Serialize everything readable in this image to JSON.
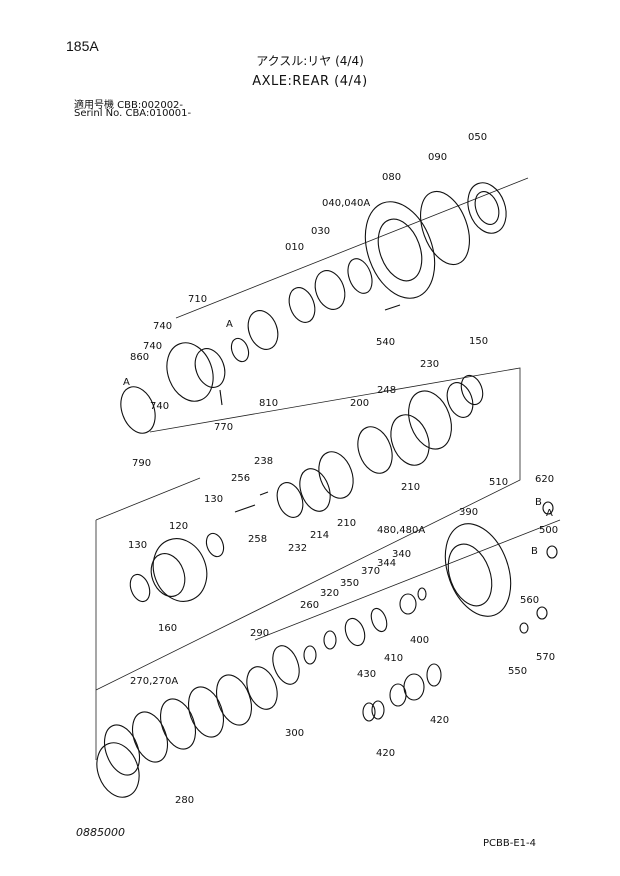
{
  "header": {
    "page_id": "185A",
    "title_jp": "アクスル:リヤ (4/4)",
    "title_en": "AXLE:REAR (4/4)",
    "serial_line1": "適用号機  CBB:002002-",
    "serial_line2": "Serinl No. CBA:010001-"
  },
  "footer": {
    "code": "0885000",
    "ref": "PCBB-E1-4"
  },
  "labels": {
    "p050": "050",
    "p090": "090",
    "p080": "080",
    "p040": "040,040A",
    "p030": "030",
    "p010": "010",
    "p710": "710",
    "p740a": "740",
    "pA1": "A",
    "p740b": "740",
    "p860": "860",
    "pA2": "A",
    "p740c": "740",
    "p540": "540",
    "p810": "810",
    "p770": "770",
    "p790": "790",
    "p150": "150",
    "p230": "230",
    "p248": "248",
    "p200": "200",
    "p210a": "210",
    "p238": "238",
    "p256": "256",
    "p130a": "130",
    "p120": "120",
    "p258": "258",
    "p232": "232",
    "p214": "214",
    "p210b": "210",
    "p510": "510",
    "p620": "620",
    "pB1": "B",
    "pA3": "A",
    "p390": "390",
    "p480": "480,480A",
    "p500": "500",
    "pB2": "B",
    "p130b": "130",
    "p344": "344",
    "p340": "340",
    "p370": "370",
    "p350": "350",
    "p320": "320",
    "p260": "260",
    "p560": "560",
    "p160": "160",
    "p290": "290",
    "p400": "400",
    "p550": "550",
    "p570": "570",
    "p270": "270,270A",
    "p410": "410",
    "p430": "430",
    "p300": "300",
    "p420a": "420",
    "p420b": "420",
    "p280": "280"
  }
}
